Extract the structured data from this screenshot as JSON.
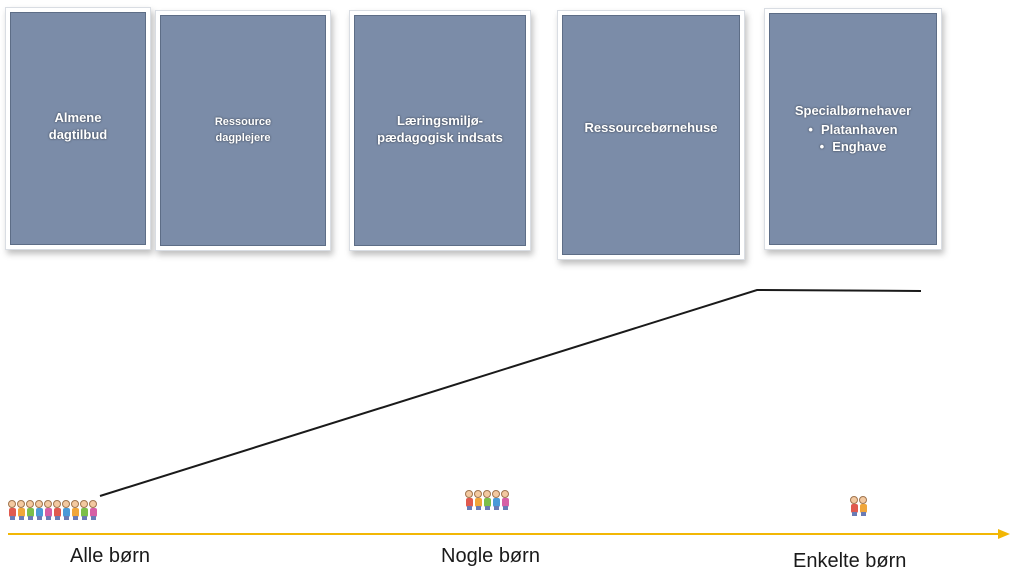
{
  "boxes": {
    "almene": "Almene dagtilbud",
    "ressource_dagplejere": "Ressource dagplejere",
    "laeringsmiljo": "Læringsmiljø-pædagogisk indsats",
    "ressourcebornehuse": "Ressourcebørnehuse",
    "specialbornehaver": {
      "title": "Specialbørnehaver",
      "items": [
        "Platanhaven",
        "Enghave"
      ]
    }
  },
  "axis": {
    "labels": [
      "Alle børn",
      "Nogle børn",
      "Enkelte børn"
    ],
    "color": "#f2b705"
  },
  "colors": {
    "box_fill": "#7b8ca8",
    "line": "#1a1a1a"
  },
  "kids_groups": [
    {
      "name": "all",
      "count": 10
    },
    {
      "name": "some",
      "count": 5
    },
    {
      "name": "few",
      "count": 2
    }
  ]
}
